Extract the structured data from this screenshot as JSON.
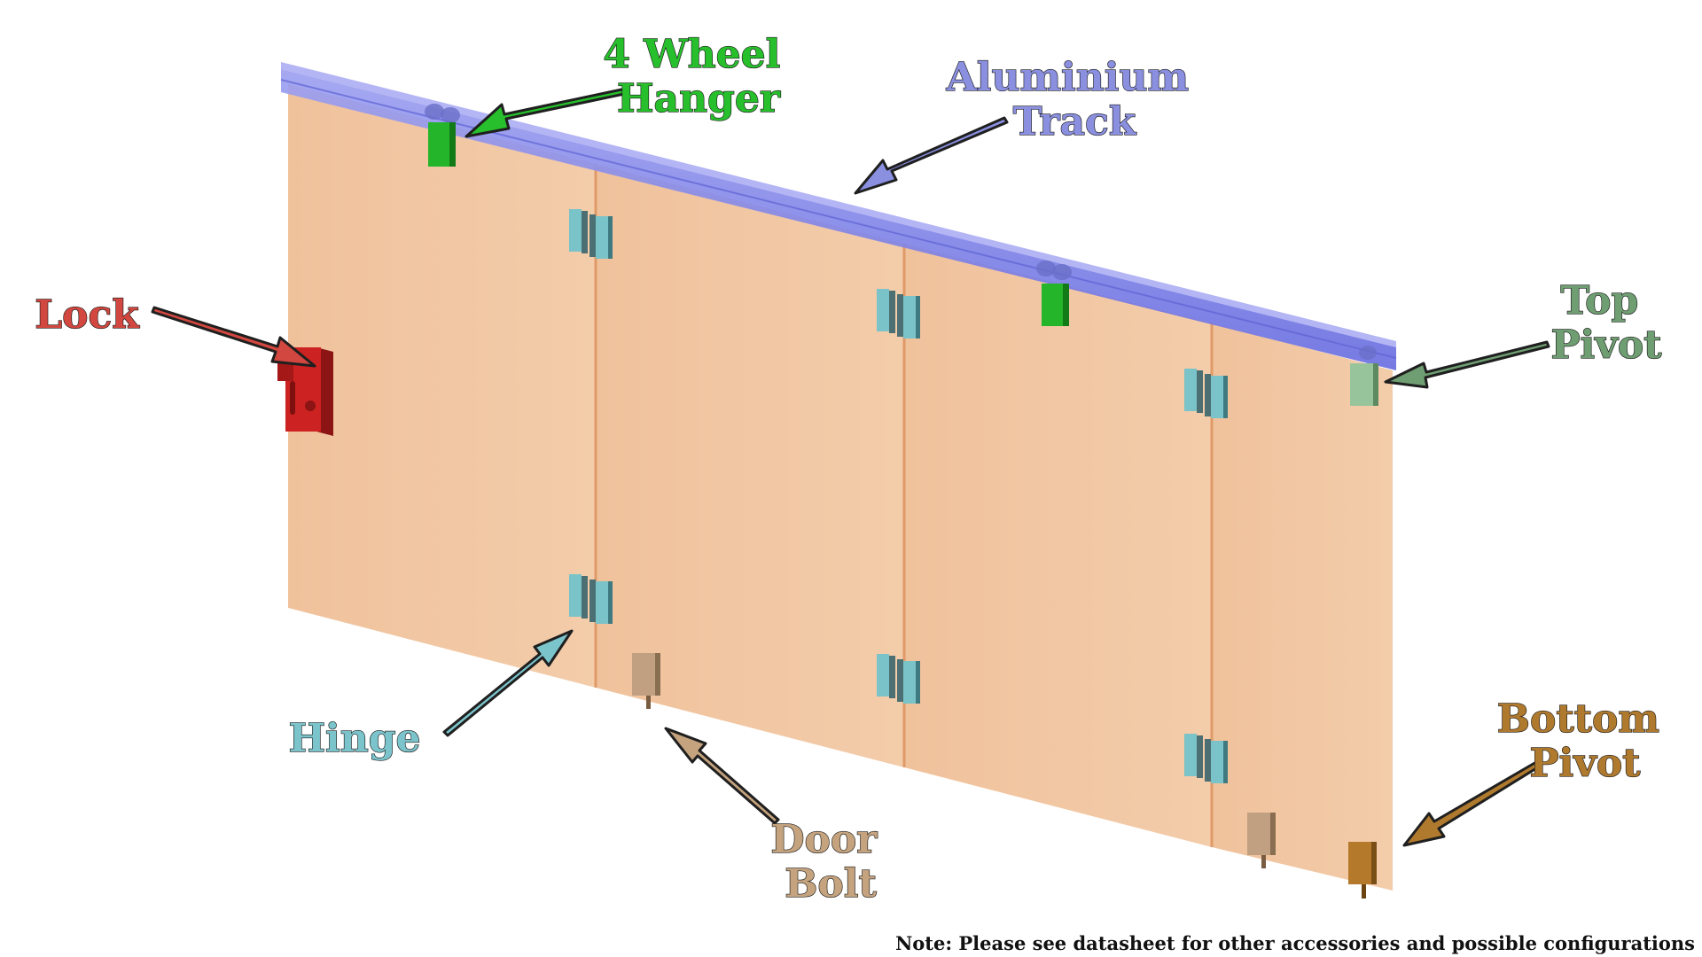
{
  "labels": {
    "hanger": {
      "line1": "4 Wheel",
      "line2": "Hanger"
    },
    "track": {
      "line1": "Aluminium",
      "line2": "Track"
    },
    "lock": "Lock",
    "top_pivot": {
      "line1": "Top",
      "line2": "Pivot"
    },
    "hinge": "Hinge",
    "door_bolt": {
      "line1": "Door",
      "line2": "Bolt"
    },
    "bottom_pivot": {
      "line1": "Bottom",
      "line2": "Pivot"
    }
  },
  "note": "Note: Please see datasheet for other accessories and possible configurations",
  "colors": {
    "panel": "#f2c7a2",
    "panel_edge": "#e2a274",
    "track": "#7b7fe6",
    "hanger": "#24b52a",
    "lock": "#cc2222",
    "hinge": "#79c3c9",
    "door_bolt": "#c0a080",
    "top_pivot": "#98c49c",
    "bottom_pivot": "#b5792c",
    "label_hanger": "#27c02c",
    "label_track": "#8a8fe0",
    "label_lock": "#d2473f",
    "label_top_pivot": "#6f9e72",
    "label_hinge": "#7cc4cc",
    "label_door_bolt": "#c4a37e",
    "label_bottom_pivot": "#b07a2e"
  }
}
